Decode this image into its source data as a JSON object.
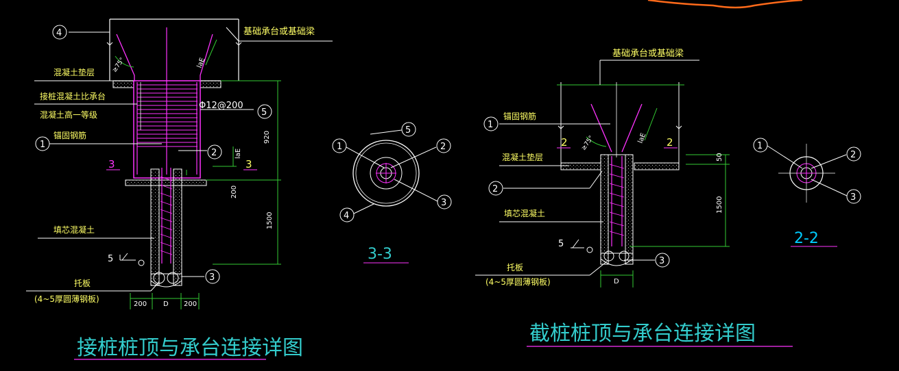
{
  "colors": {
    "background": "#000000",
    "line": "#ffffff",
    "label": "#ffff66",
    "rebar": "#ff33ff",
    "dimension": "#33cc33",
    "title": "#33cccc",
    "section": "#00ccff",
    "stroke_orange": "#ff6a1a"
  },
  "left": {
    "callout_4": "4",
    "foundation_label": "基础承台或基础梁",
    "angle": "≥75°",
    "lae": "laE",
    "cushion_label": "混凝土垫层",
    "grade_label_1": "接桩混凝土比承台",
    "grade_label_2": "混凝土高一等级",
    "anchor_label": "锚固钢筋",
    "callout_1": "1",
    "callout_2": "2",
    "callout_3": "3",
    "callout_5": "5",
    "rebar_spec": "Φ12@200",
    "dim_920": "920",
    "dim_200": "200",
    "dim_1500": "1500",
    "section_mark": "3",
    "lae_small": "laE",
    "fill_label": "填芯混凝土",
    "weld_num": "5",
    "plate_label": "托板",
    "plate_spec": "(4~5厚圆薄钢板)",
    "dim_bottom_200a": "200",
    "dim_bottom_d": "D",
    "dim_bottom_200b": "200",
    "title": "接桩桩顶与承台连接详图"
  },
  "section33": {
    "callout_5": "5",
    "callout_1": "1",
    "callout_2": "2",
    "callout_4": "4",
    "callout_3": "3",
    "title": "3-3"
  },
  "right": {
    "foundation_label": "基础承台或基础梁",
    "anchor_label": "锚固钢筋",
    "callout_1": "1",
    "section_mark": "2",
    "angle": "≥75°",
    "lae": "laE",
    "cushion_label": "混凝土垫层",
    "callout_2": "2",
    "dim_50": "50",
    "dim_1500": "1500",
    "fill_label": "填芯混凝土",
    "weld_num": "5",
    "callout_3": "3",
    "plate_label": "托板",
    "plate_spec": "(4~5厚圆薄钢板)",
    "dim_d": "D",
    "title": "截桩桩顶与承台连接详图"
  },
  "section22": {
    "callout_1": "1",
    "callout_2": "2",
    "callout_3": "3",
    "title": "2-2"
  }
}
